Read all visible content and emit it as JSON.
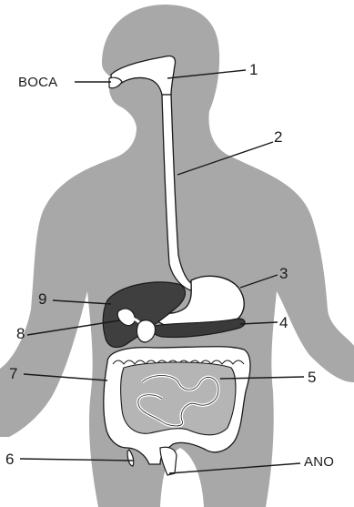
{
  "diagram": {
    "labels": {
      "boca": "BOCA",
      "n1": "1",
      "n2": "2",
      "n3": "3",
      "n4": "4",
      "n5": "5",
      "n6": "6",
      "n7": "7",
      "n8": "8",
      "n9": "9",
      "ano": "ANO"
    },
    "colors": {
      "body_silhouette": "#a8a8a8",
      "organ_outline": "#1a1a1a",
      "organ_fill": "#ffffff",
      "liver_fill": "#3f3f3f",
      "pancreas_fill": "#3a3a3a",
      "small_intestine_fill": "#b5b5b5"
    }
  }
}
